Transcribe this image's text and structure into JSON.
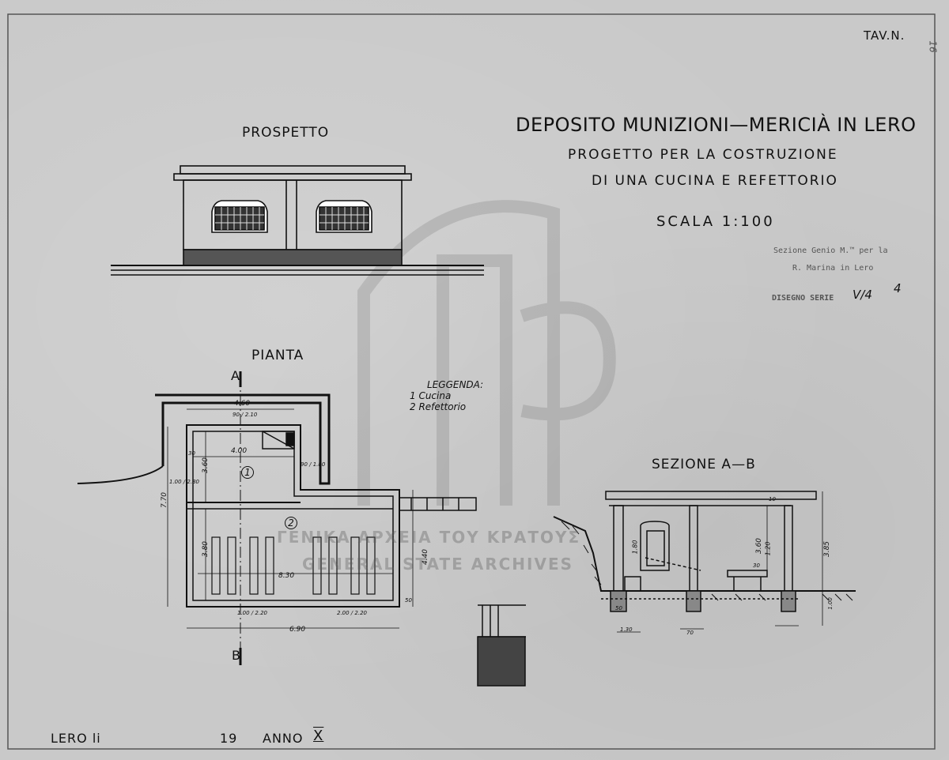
{
  "sheet_number": "TAV.N.",
  "corner_mark": "16",
  "title": {
    "line1": "DEPOSITO MUNIZIONI—MERICIÀ IN LERO",
    "line2": "PROGETTO PER LA COSTRUZIONE",
    "line3": "DI UNA CUCINA E REFETTORIO",
    "scale": "SCALA 1:100"
  },
  "office_stamp": {
    "line1": "Sezione Genio M.™ per la",
    "line2": "R. Marina in Lero",
    "series_label": "DISEGNO SERIE",
    "series_value": "V/4",
    "sheet_no": "4"
  },
  "elevation": {
    "label": "PROSPETTO"
  },
  "plan": {
    "label": "PIANTA",
    "section_marks": [
      "A",
      "B"
    ],
    "room_numbers": [
      "1",
      "2"
    ],
    "dimensions": {
      "overall_width": "6.90",
      "upper_width": "4.60",
      "room1_width": "4.00",
      "room2_width": "8.30",
      "room1_depth": "3.60",
      "room2_depth": "3.80",
      "total_depth": "7.70",
      "right_depth": "4.40",
      "door_a": "90 / 2.10",
      "door_b": "90 / 1.80",
      "window_a": "1.00 / 2.80",
      "window_b": "1.00 / 2.20",
      "window_c": "2.00 / 2.20",
      "wall": "30",
      "step": "50"
    }
  },
  "legend": {
    "title": "LEGGENDA:",
    "items": [
      "1 Cucina",
      "2 Refettorio"
    ]
  },
  "section": {
    "label": "SEZIONE A—B",
    "dimensions": {
      "height_total": "3.85",
      "height_room": "3.60",
      "window_h": "1.80",
      "sill": "1.20",
      "top": "10",
      "bench": "30",
      "foundation": "50",
      "footing": "70",
      "base": "1.30",
      "ground": "1.00"
    }
  },
  "watermark": {
    "greek": "ΓΕΝΙΚΑ ΑΡΧΕΙΑ ΤΟΥ ΚΡΑΤΟΥΣ",
    "english": "GENERAL STATE ARCHIVES"
  },
  "footer": {
    "place": "LERO li",
    "year_prefix": "19",
    "anno_label": "ANNO",
    "anno_value": "X"
  }
}
